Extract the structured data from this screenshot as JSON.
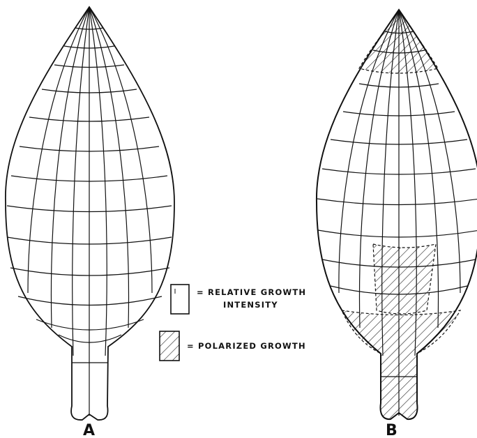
{
  "figure": {
    "panels": [
      {
        "label": "A"
      },
      {
        "label": "B"
      }
    ],
    "legend": {
      "items": [
        {
          "symbol": "plain-square",
          "text_line1": "= RELATIVE GROWTH",
          "text_line2": "INTENSITY"
        },
        {
          "symbol": "hatched-square",
          "text_line1": "= POLARIZED GROWTH"
        }
      ]
    }
  }
}
